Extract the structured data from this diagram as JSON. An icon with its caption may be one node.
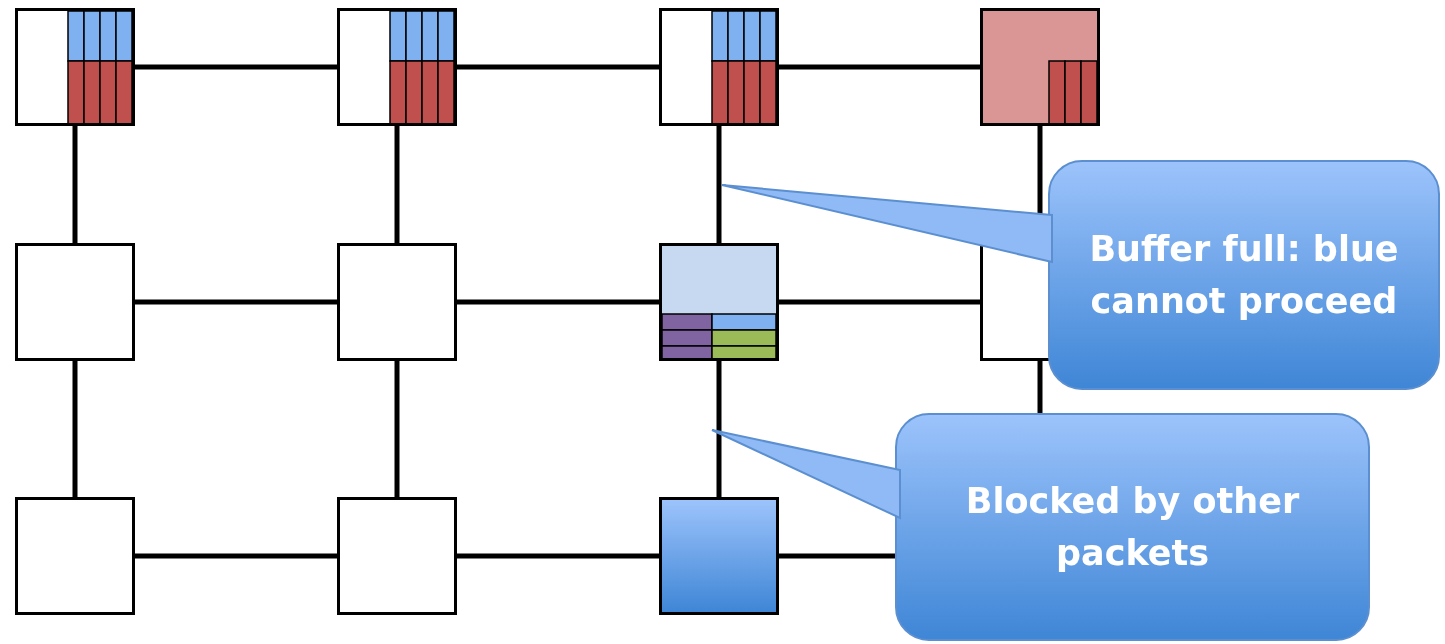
{
  "diagram": {
    "nodes": [
      {
        "text": [],
        "shape": "box"
      },
      {
        "text": [],
        "shape": "box"
      },
      {
        "text": [],
        "shape": "box"
      },
      {
        "text": [],
        "shape": "box"
      },
      {
        "text": [],
        "shape": "box"
      },
      {
        "text": [],
        "shape": "box"
      },
      {
        "text": [],
        "shape": "box"
      },
      {
        "text": [],
        "shape": "box"
      },
      {
        "text": [],
        "shape": "box"
      },
      {
        "text": [],
        "shape": "box"
      },
      {
        "text": [],
        "shape": "box"
      },
      {
        "text": [
          "Buffer full: blue cannot proceed"
        ]
      },
      {
        "text": [
          "Blocked by other packets"
        ]
      }
    ],
    "edges": [
      {
        "from": 0,
        "to": 1,
        "arrow": "none"
      },
      {
        "from": 1,
        "to": 2,
        "arrow": "none"
      },
      {
        "from": 2,
        "to": 3,
        "arrow": "none"
      },
      {
        "from": 4,
        "to": 5,
        "arrow": "none"
      },
      {
        "from": 5,
        "to": 6,
        "arrow": "none"
      },
      {
        "from": 6,
        "to": 7,
        "arrow": "none"
      },
      {
        "from": 8,
        "to": 9,
        "arrow": "none"
      },
      {
        "from": 9,
        "to": 10,
        "arrow": "none"
      },
      {
        "from": 10,
        "to": 12,
        "arrow": "none"
      },
      {
        "from": 0,
        "to": 4,
        "arrow": "none"
      },
      {
        "from": 1,
        "to": 5,
        "arrow": "none"
      },
      {
        "from": 2,
        "to": 6,
        "arrow": "none"
      },
      {
        "from": 3,
        "to": 7,
        "arrow": "none"
      },
      {
        "from": 4,
        "to": 8,
        "arrow": "none"
      },
      {
        "from": 5,
        "to": 9,
        "arrow": "none"
      },
      {
        "from": 6,
        "to": 10,
        "arrow": "none"
      },
      {
        "from": 7,
        "to": 12,
        "arrow": "none"
      },
      {
        "from": 11,
        "to": null,
        "arrow": "to"
      },
      {
        "from": 12,
        "to": null,
        "arrow": "to"
      }
    ]
  }
}
